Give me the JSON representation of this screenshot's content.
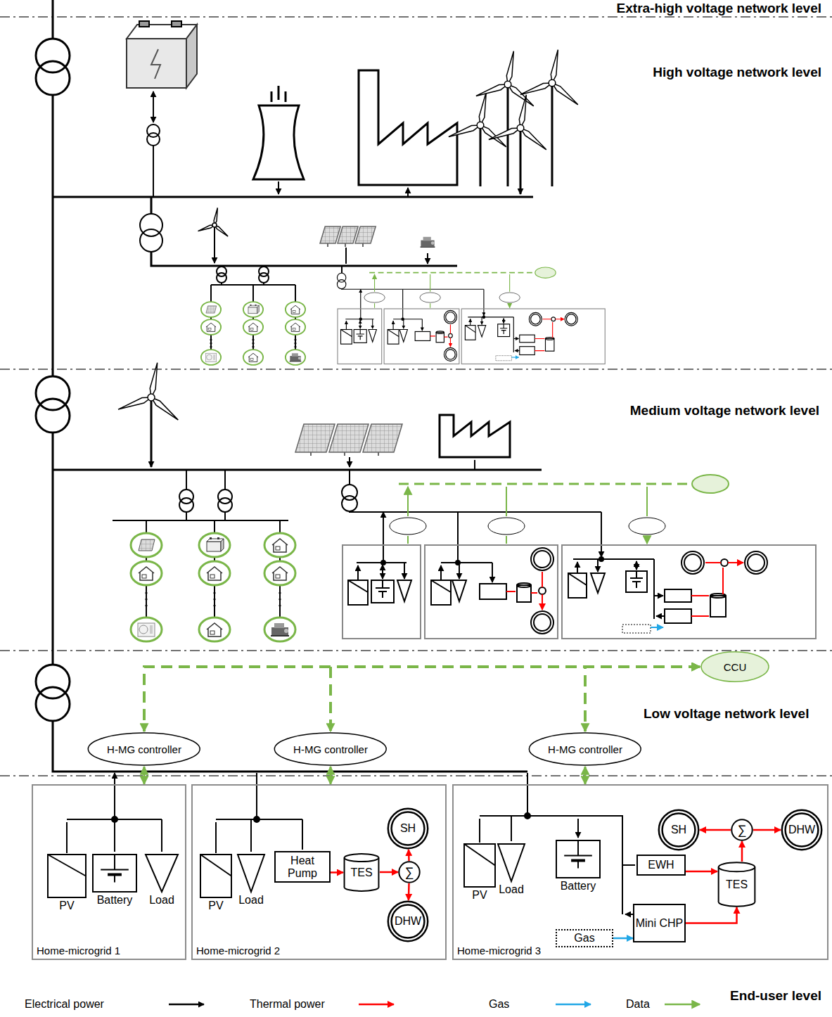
{
  "diagram": {
    "nodes": [
      {
        "text": [
          "CCU"
        ]
      },
      {
        "text": [
          "H-MG controller"
        ]
      },
      {
        "text": [
          "H-MG controller"
        ]
      },
      {
        "text": [
          "H-MG controller"
        ]
      },
      {
        "text": [
          "Home-microgrid 1"
        ]
      },
      {
        "text": [
          "PV"
        ],
        "in": 4
      },
      {
        "text": [
          "Battery"
        ],
        "in": 4
      },
      {
        "text": [
          "Load"
        ],
        "in": 4
      },
      {
        "text": [
          "Home-microgrid 2"
        ]
      },
      {
        "text": [
          "PV"
        ],
        "in": 8
      },
      {
        "text": [
          "Load"
        ],
        "in": 8
      },
      {
        "text": [
          "Heat Pump"
        ],
        "in": 8
      },
      {
        "text": [
          "TES"
        ],
        "in": 8
      },
      {
        "text": [
          "∑"
        ],
        "in": 8
      },
      {
        "text": [
          "SH"
        ],
        "in": 8
      },
      {
        "text": [
          "DHW"
        ],
        "in": 8
      },
      {
        "text": [
          "Home-microgrid 3"
        ]
      },
      {
        "text": [
          "PV"
        ],
        "in": 16
      },
      {
        "text": [
          "Load"
        ],
        "in": 16
      },
      {
        "text": [
          "Battery"
        ],
        "in": 16
      },
      {
        "text": [
          "EWH"
        ],
        "in": 16
      },
      {
        "text": [
          "Mini CHP"
        ],
        "in": 16
      },
      {
        "text": [
          "Gas"
        ],
        "in": 16
      },
      {
        "text": [
          "TES"
        ],
        "in": 16
      },
      {
        "text": [
          "∑"
        ],
        "in": 16
      },
      {
        "text": [
          "SH"
        ],
        "in": 16
      },
      {
        "text": [
          "DHW"
        ],
        "in": 16
      }
    ],
    "edges": [
      {
        "from": 0,
        "to": 1,
        "arrow": "both"
      },
      {
        "from": 0,
        "to": 2,
        "arrow": "both"
      },
      {
        "from": 0,
        "to": 3,
        "arrow": "both"
      },
      {
        "from": 1,
        "to": 4,
        "arrow": "both"
      },
      {
        "from": 2,
        "to": 8,
        "arrow": "both"
      },
      {
        "from": 3,
        "to": 16,
        "arrow": "both"
      },
      {
        "from": 11,
        "to": 12,
        "arrow": "to"
      },
      {
        "from": 12,
        "to": 13,
        "arrow": "to"
      },
      {
        "from": 13,
        "to": 14,
        "arrow": "to"
      },
      {
        "from": 13,
        "to": 15,
        "arrow": "to"
      },
      {
        "from": 20,
        "to": 23,
        "arrow": "to"
      },
      {
        "from": 21,
        "to": 23,
        "arrow": "to"
      },
      {
        "from": 23,
        "to": 24,
        "arrow": "to"
      },
      {
        "from": 24,
        "to": 25,
        "arrow": "to"
      },
      {
        "from": 24,
        "to": 26,
        "arrow": "to"
      },
      {
        "from": 22,
        "to": 21,
        "arrow": "to"
      }
    ],
    "labels": [
      "Extra-high voltage network level",
      "High voltage network level",
      "Medium voltage network level",
      "Low voltage network level",
      "End-user level"
    ],
    "legend": [
      {
        "text": "Electrical power"
      },
      {
        "text": "Thermal power"
      },
      {
        "text": "Gas"
      },
      {
        "text": "Data"
      }
    ]
  }
}
